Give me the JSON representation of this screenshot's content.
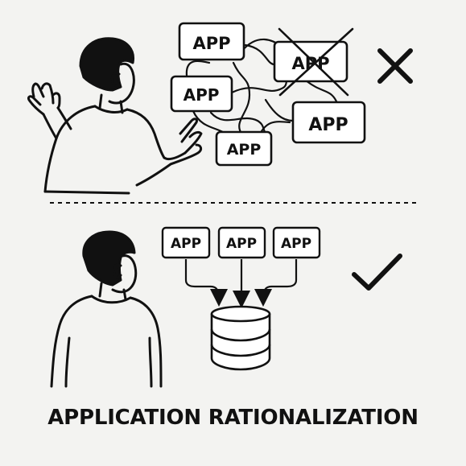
{
  "scenes": {
    "before": {
      "apps": [
        {
          "label": "APP"
        },
        {
          "label": "APP"
        },
        {
          "label": "APP"
        },
        {
          "label": "APP"
        },
        {
          "label": "APP"
        }
      ],
      "verdict_icon": "x-cross-icon"
    },
    "after": {
      "apps": [
        {
          "label": "APP"
        },
        {
          "label": "APP"
        },
        {
          "label": "APP"
        }
      ],
      "target_icon": "database-icon",
      "verdict_icon": "checkmark-icon"
    }
  },
  "caption": "APPLICATION RATIONALIZATION",
  "colors": {
    "ink": "#111111",
    "background": "#f3f3f1",
    "box_fill": "#ffffff"
  }
}
